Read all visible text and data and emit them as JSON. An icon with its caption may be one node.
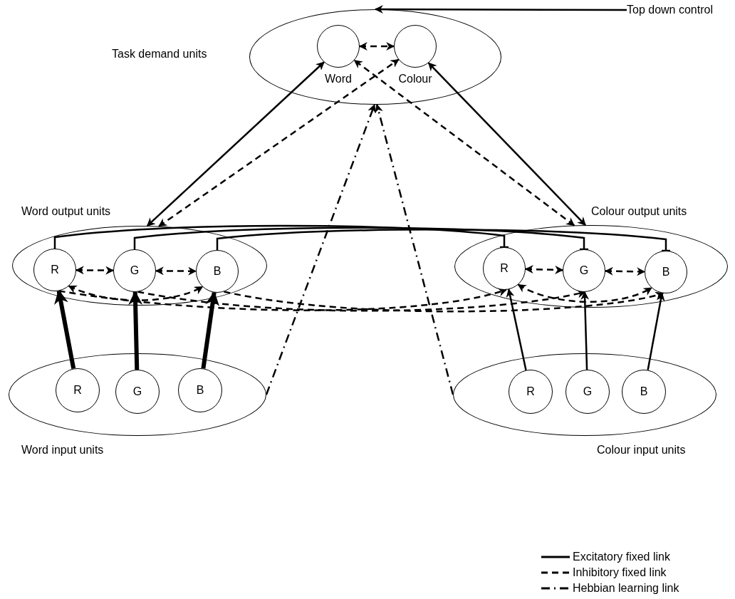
{
  "diagram": {
    "nodes": [
      {
        "text": [
          "Task demand units"
        ]
      },
      {
        "text": [
          "Word"
        ],
        "in": 0
      },
      {
        "text": [
          "Colour"
        ],
        "in": 0
      },
      {
        "text": [
          "Word output units"
        ]
      },
      {
        "text": [
          "R"
        ],
        "in": 3
      },
      {
        "text": [
          "G"
        ],
        "in": 3
      },
      {
        "text": [
          "B"
        ],
        "in": 3
      },
      {
        "text": [
          "Colour output units"
        ]
      },
      {
        "text": [
          "R"
        ],
        "in": 7
      },
      {
        "text": [
          "G"
        ],
        "in": 7
      },
      {
        "text": [
          "B"
        ],
        "in": 7
      },
      {
        "text": [
          "Word input units"
        ]
      },
      {
        "text": [
          "R"
        ],
        "in": 11
      },
      {
        "text": [
          "G"
        ],
        "in": 11
      },
      {
        "text": [
          "B"
        ],
        "in": 11
      },
      {
        "text": [
          "Colour input units"
        ]
      },
      {
        "text": [
          "R"
        ],
        "in": 15
      },
      {
        "text": [
          "G"
        ],
        "in": 15
      },
      {
        "text": [
          "B"
        ],
        "in": 15
      },
      {
        "text": [
          "Top down control"
        ]
      }
    ],
    "edges": [
      {
        "from": 19,
        "to": 0,
        "arrow": "to"
      },
      {
        "from": 1,
        "to": 2,
        "arrow": "both",
        "style": "dashed"
      },
      {
        "from": 1,
        "to": 3,
        "arrow": "both"
      },
      {
        "from": 2,
        "to": 7,
        "arrow": "both"
      },
      {
        "from": 3,
        "to": 2,
        "arrow": "both",
        "style": "dashed"
      },
      {
        "from": 7,
        "to": 1,
        "arrow": "both",
        "style": "dashed"
      },
      {
        "from": 11,
        "to": 0,
        "arrow": "to",
        "style": "dashed"
      },
      {
        "from": 15,
        "to": 0,
        "arrow": "to",
        "style": "dashed"
      },
      {
        "from": 12,
        "to": 4,
        "arrow": "to",
        "style": "thick"
      },
      {
        "from": 13,
        "to": 5,
        "arrow": "to",
        "style": "thick"
      },
      {
        "from": 14,
        "to": 6,
        "arrow": "to",
        "style": "thick"
      },
      {
        "from": 16,
        "to": 8,
        "arrow": "to"
      },
      {
        "from": 17,
        "to": 9,
        "arrow": "to"
      },
      {
        "from": 18,
        "to": 10,
        "arrow": "to"
      },
      {
        "from": 4,
        "to": 5,
        "arrow": "both",
        "style": "dashed"
      },
      {
        "from": 5,
        "to": 6,
        "arrow": "both",
        "style": "dashed"
      },
      {
        "from": 4,
        "to": 6,
        "arrow": "both",
        "style": "dashed"
      },
      {
        "from": 8,
        "to": 9,
        "arrow": "both",
        "style": "dashed"
      },
      {
        "from": 9,
        "to": 10,
        "arrow": "both",
        "style": "dashed"
      },
      {
        "from": 8,
        "to": 10,
        "arrow": "both",
        "style": "dashed"
      },
      {
        "from": 4,
        "to": 8,
        "arrow": "to",
        "style": "dashed"
      },
      {
        "from": 5,
        "to": 9,
        "arrow": "to",
        "style": "dashed"
      },
      {
        "from": 6,
        "to": 10,
        "arrow": "to",
        "style": "dashed"
      },
      {
        "from": 4,
        "to": 8,
        "arrow": "other"
      },
      {
        "from": 5,
        "to": 9,
        "arrow": "other"
      },
      {
        "from": 6,
        "to": 10,
        "arrow": "other"
      }
    ],
    "legend": [
      {
        "text": "Excitatory fixed link"
      },
      {
        "text": "Inhibitory fixed link"
      },
      {
        "text": "Hebbian learning link"
      }
    ]
  }
}
